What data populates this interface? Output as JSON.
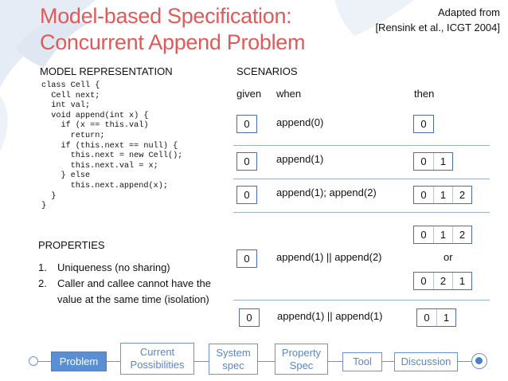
{
  "title": {
    "line1": "Model-based Specification:",
    "line2": "Concurrent Append Problem"
  },
  "credit": {
    "line1": "Adapted from",
    "line2": "[Rensink et al., ICGT 2004]"
  },
  "model": {
    "heading": "MODEL REPRESENTATION",
    "code": "class Cell {\n  Cell next;\n  int val;\n  void append(int x) {\n    if (x == this.val)\n      return;\n    if (this.next == null) {\n      this.next = new Cell();\n      this.next.val = x;\n    } else\n      this.next.append(x);\n  }\n}"
  },
  "properties": {
    "heading": "PROPERTIES",
    "items": [
      {
        "num": "1.",
        "text": "Uniqueness (no sharing)"
      },
      {
        "num": "2.",
        "text": "Caller and callee cannot have the value at the same time (isolation)"
      }
    ]
  },
  "scenarios": {
    "heading": "SCENARIOS",
    "columns": {
      "given": "given",
      "when": "when",
      "then": "then"
    },
    "or_label": "or",
    "rows": [
      {
        "given": "0",
        "when": "append(0)",
        "then": [
          "0"
        ]
      },
      {
        "given": "0",
        "when": "append(1)",
        "then": [
          "0",
          "1"
        ]
      },
      {
        "given": "0",
        "when": "append(1);  append(2)",
        "then": [
          "0",
          "1",
          "2"
        ]
      },
      {
        "given": "0",
        "when": "append(1)  ||  append(2)",
        "then_a": [
          "0",
          "1",
          "2"
        ],
        "then_b": [
          "0",
          "2",
          "1"
        ]
      },
      {
        "given": "0",
        "when": "append(1)  ||  append(1)",
        "then": [
          "0",
          "1"
        ]
      }
    ]
  },
  "nav": {
    "items": [
      "Problem",
      "Current Possibilities",
      "System spec",
      "Property Spec",
      "Tool",
      "Discussion"
    ],
    "active": "Problem"
  }
}
